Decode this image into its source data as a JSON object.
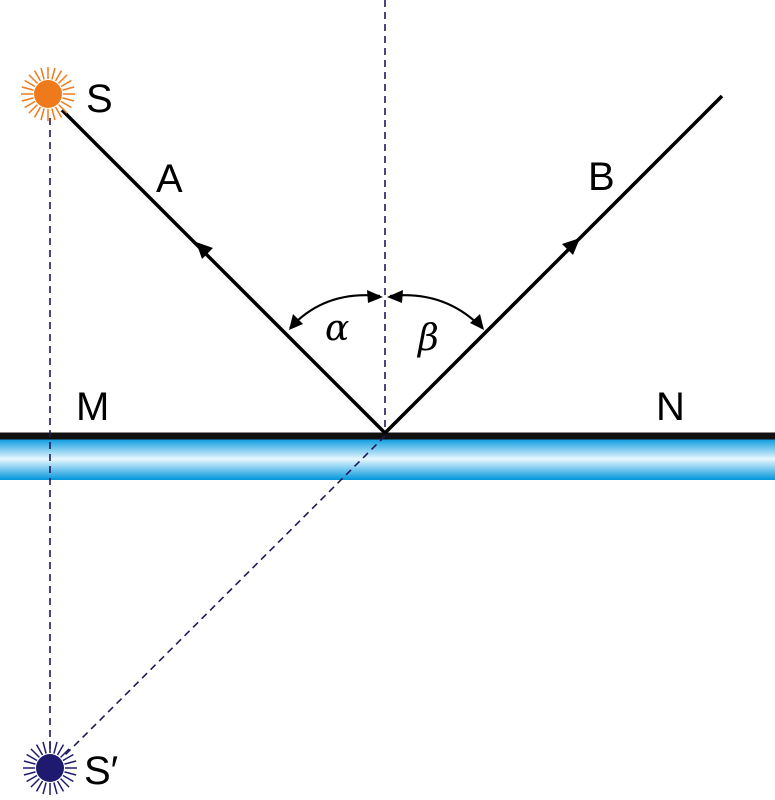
{
  "labels": {
    "source": "S",
    "image": "S′",
    "ray_incident": "A",
    "ray_reflected": "B",
    "mirror_left": "M",
    "mirror_right": "N",
    "angle_incidence": "α",
    "angle_reflection": "β"
  },
  "colors": {
    "source": "#ee7a1c",
    "image": "#1e1a6e",
    "mirror_line": "#111111",
    "water_edge": "#0096dc",
    "water_light": "#e8f7ff",
    "dashed": "#1e1a5a"
  },
  "icons": {
    "source": "sun-burst-icon",
    "image": "sun-burst-icon"
  }
}
